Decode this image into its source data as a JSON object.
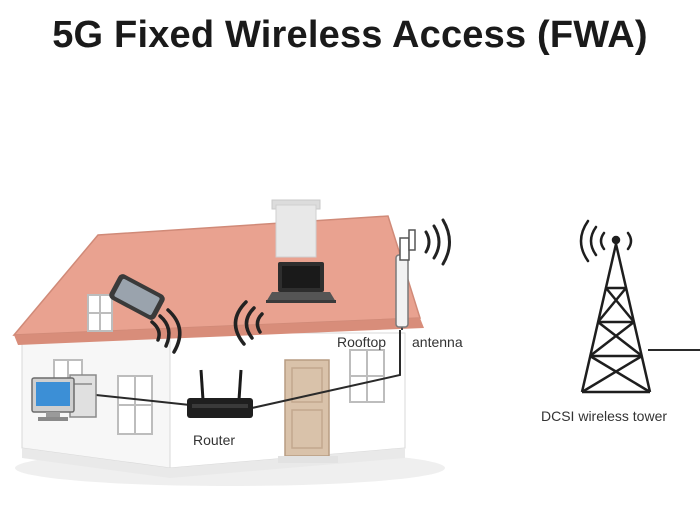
{
  "title": "5G Fixed Wireless Access (FWA)",
  "labels": {
    "rooftop_word": "Rooftop",
    "antenna_word": "antenna",
    "router": "Router",
    "tower": "DCSI wireless tower"
  },
  "colors": {
    "roof": "#e8a08e",
    "roof_edge": "#c97a68",
    "wall": "#ffffff",
    "wall_shade": "#f1f1f1",
    "door": "#d8c0a8",
    "chimney": "#e7e7e7",
    "cable": "#2a2a2a",
    "tower": "#1e1e1e",
    "ground": "#ececec"
  },
  "icons": {
    "phone": "smartphone-icon",
    "laptop": "laptop-icon",
    "desktop": "desktop-computer-icon",
    "router": "router-icon",
    "antenna": "rooftop-antenna-icon",
    "tower": "cell-tower-icon"
  }
}
